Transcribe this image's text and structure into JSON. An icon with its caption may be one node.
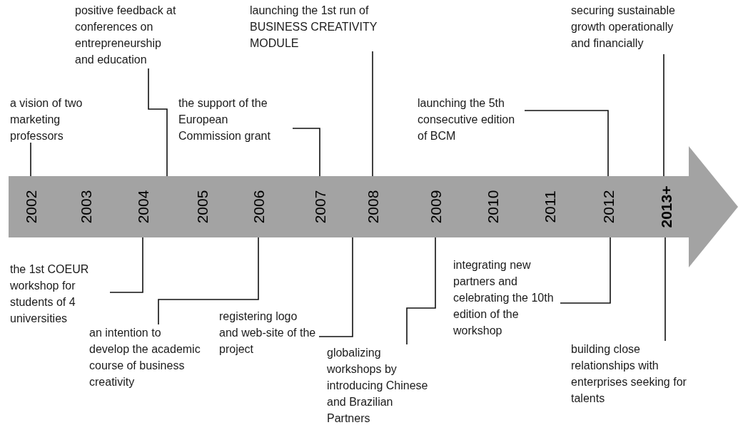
{
  "diagram": {
    "nodes": [
      {
        "text": [
          "2002",
          "2003",
          "2004",
          "2005",
          "2006",
          "2007",
          "2008",
          "2009",
          "2010",
          "2011",
          "2012",
          "2013+"
        ]
      },
      {
        "text": [
          "a vision of two marketing professors"
        ]
      },
      {
        "text": [
          "positive feedback at conferences on entrepreneurship and education"
        ]
      },
      {
        "text": [
          "the support of the European Commission grant"
        ]
      },
      {
        "text": [
          "launching the 1st run of BUSINESS CREATIVITY MODULE"
        ]
      },
      {
        "text": [
          "launching the 5th consecutive edition of BCM"
        ]
      },
      {
        "text": [
          "securing sustainable growth operationally and financially"
        ]
      },
      {
        "text": [
          "the 1st COEUR workshop for students of 4 universities"
        ]
      },
      {
        "text": [
          "an intention to develop the academic course of business creativity"
        ]
      },
      {
        "text": [
          "registering logo and web-site of the project"
        ]
      },
      {
        "text": [
          "globalizing workshops by introducing Chinese and Brazilian Partners"
        ]
      },
      {
        "text": [
          "integrating new partners and celebrating the 10th edition of the workshop"
        ]
      },
      {
        "text": [
          "building close relationships with enterprises seeking for talents"
        ]
      }
    ],
    "edges": [
      {
        "from": 1,
        "to": 0,
        "arrow": "none"
      },
      {
        "from": 2,
        "to": 0,
        "arrow": "none"
      },
      {
        "from": 3,
        "to": 0,
        "arrow": "none"
      },
      {
        "from": 4,
        "to": 0,
        "arrow": "none"
      },
      {
        "from": 5,
        "to": 0,
        "arrow": "none"
      },
      {
        "from": 6,
        "to": 0,
        "arrow": "none"
      },
      {
        "from": 7,
        "to": 0,
        "arrow": "none"
      },
      {
        "from": 8,
        "to": 0,
        "arrow": "none"
      },
      {
        "from": 9,
        "to": 0,
        "arrow": "none"
      },
      {
        "from": 10,
        "to": 0,
        "arrow": "none"
      },
      {
        "from": 11,
        "to": 0,
        "arrow": "none"
      },
      {
        "from": 12,
        "to": 0,
        "arrow": "none"
      }
    ]
  }
}
